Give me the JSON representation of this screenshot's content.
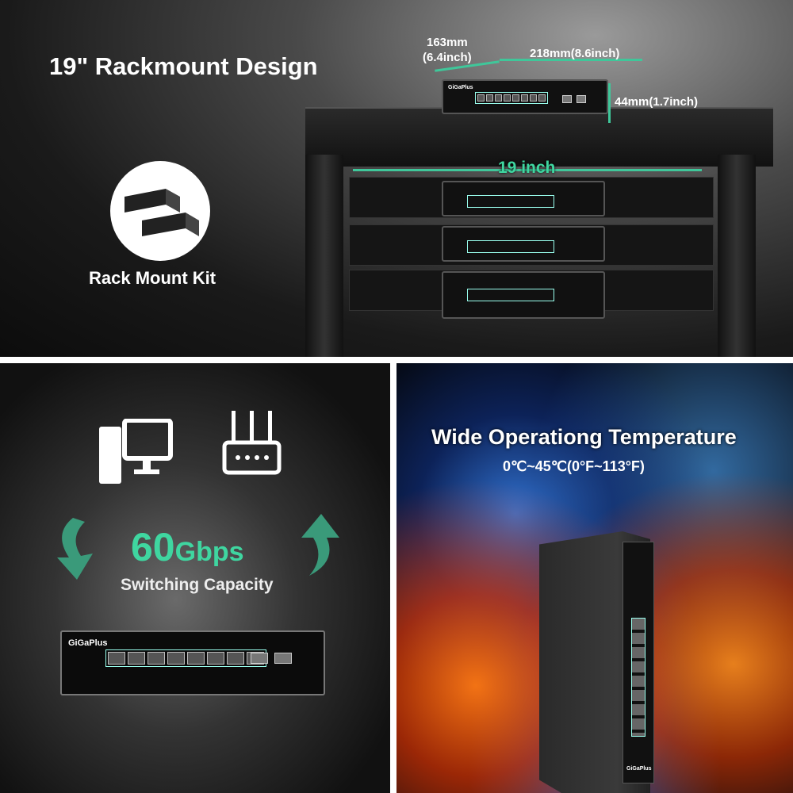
{
  "top_panel": {
    "title": "19\" Rackmount Design",
    "depth_label_line1": "163mm",
    "depth_label_line2": "(6.4inch)",
    "width_label": "218mm(8.6inch)",
    "height_label": "44mm(1.7inch)",
    "rack_width_label": "19 inch",
    "kit_label": "Rack Mount Kit"
  },
  "bottom_left": {
    "speed_value": "60",
    "speed_unit": "Gbps",
    "speed_caption": "Switching Capacity",
    "brand": "GiGaPlus"
  },
  "bottom_right": {
    "title": "Wide Operationg Temperature",
    "range": "0℃~45℃(0°F~113°F)",
    "brand": "GiGaPlus"
  },
  "colors": {
    "accent": "#3fd6a0",
    "dim_line": "#3fc79a"
  }
}
